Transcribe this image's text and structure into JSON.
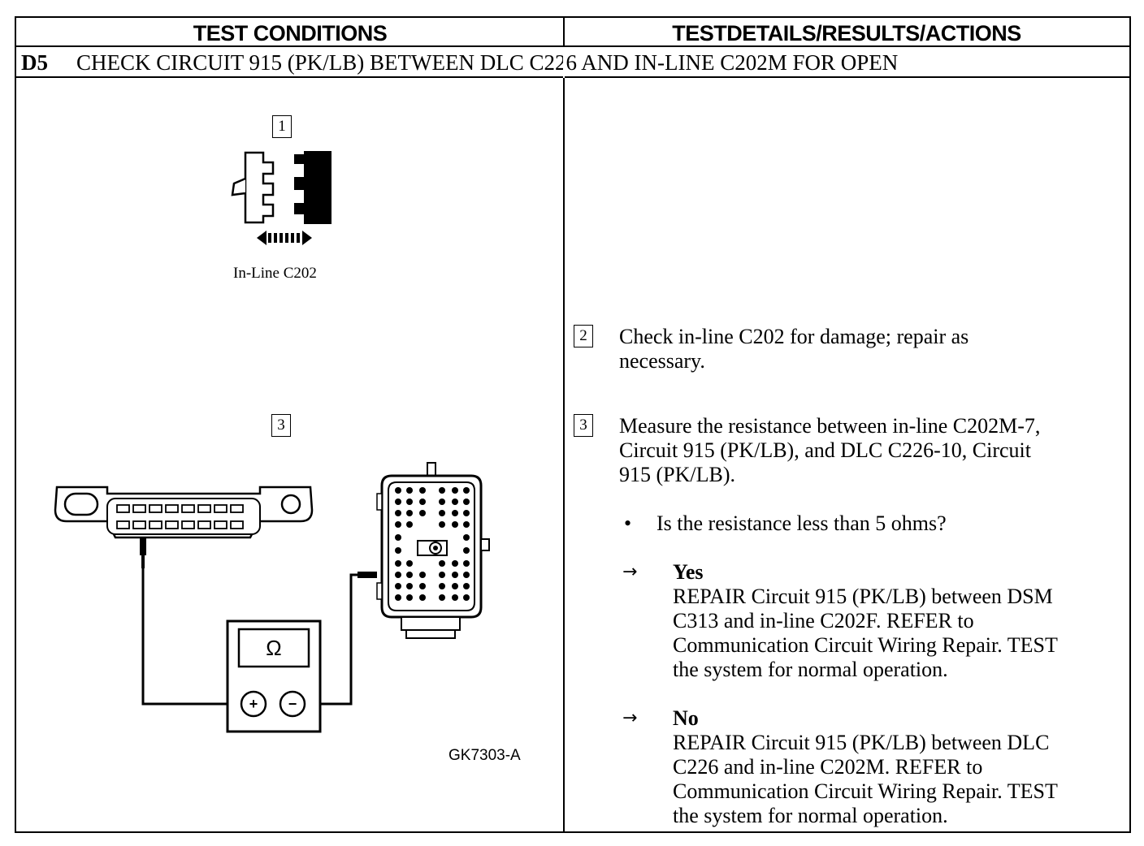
{
  "header": {
    "left": "TEST CONDITIONS",
    "right": "TESTDETAILS/RESULTS/ACTIONS"
  },
  "step": {
    "id": "D5",
    "title": "CHECK CIRCUIT 915 (PK/LB) BETWEEN DLC C226 AND IN-LINE C202M FOR OPEN"
  },
  "left": {
    "badge1": "1",
    "caption1": "In-Line C202",
    "badge3": "3",
    "meter_symbol": "Ω",
    "plus_symbol": "+",
    "minus_symbol": "−",
    "part_number": "GK7303-A"
  },
  "right": {
    "step2": {
      "badge": "2",
      "line1": "Check in-line C202 for damage; repair as",
      "line2": "necessary."
    },
    "step3": {
      "badge": "3",
      "line1": "Measure the resistance between in-line C202M-7,",
      "line2": "Circuit 915 (PK/LB), and DLC C226-10, Circuit",
      "line3": "915 (PK/LB).",
      "bullet": "•",
      "question": "Is the resistance less than 5 ohms?",
      "arrow": "→",
      "yes_label": "Yes",
      "yes_lines": [
        "REPAIR Circuit 915 (PK/LB) between DSM",
        "C313 and in-line C202F. REFER to",
        "Communication Circuit Wiring Repair. TEST",
        "the system for normal operation."
      ],
      "no_label": "No",
      "no_lines": [
        "REPAIR Circuit 915 (PK/LB) between DLC",
        "C226 and in-line C202M. REFER to",
        "Communication Circuit Wiring Repair. TEST",
        "the system for normal operation."
      ]
    }
  }
}
